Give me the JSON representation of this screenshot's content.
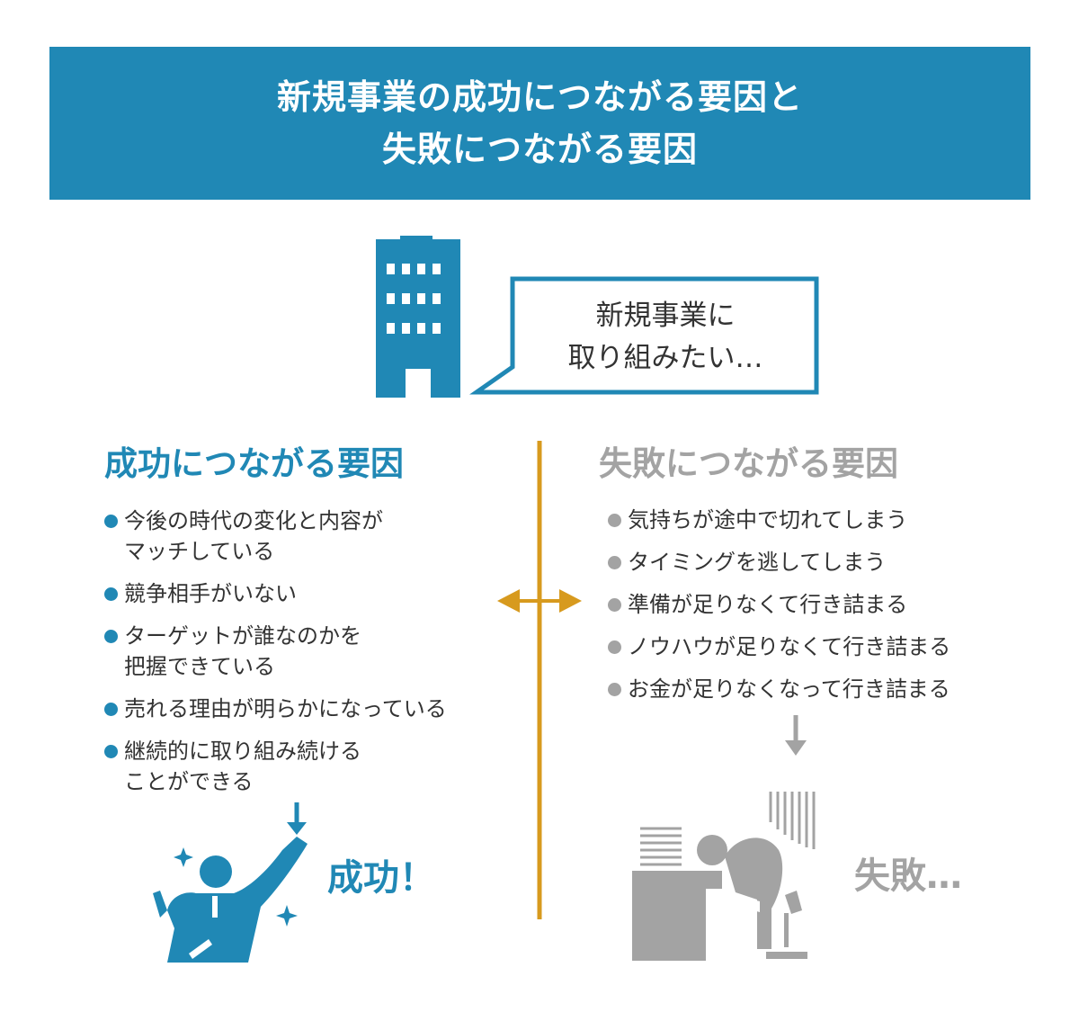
{
  "header": {
    "title_line1": "新規事業の成功につながる要因と",
    "title_line2": "失敗につながる要因"
  },
  "speech_bubble": {
    "line1": "新規事業に",
    "line2": "取り組みたい…"
  },
  "success": {
    "heading": "成功につながる要因",
    "items": [
      {
        "line1": "今後の時代の変化と内容が",
        "line2": "マッチしている"
      },
      {
        "line1": "競争相手がいない",
        "line2": ""
      },
      {
        "line1": "ターゲットが誰なのかを",
        "line2": "把握できている"
      },
      {
        "line1": "売れる理由が明らかになっている",
        "line2": ""
      },
      {
        "line1": "継続的に取り組み続ける",
        "line2": "ことができる"
      }
    ],
    "result": "成功！"
  },
  "failure": {
    "heading": "失敗につながる要因",
    "items": [
      "気持ちが途中で切れてしまう",
      "タイミングを逃してしまう",
      "準備が足りなくて行き詰まる",
      "ノウハウが足りなくて行き詰まる",
      "お金が足りなくなって行き詰まる"
    ],
    "result": "失敗…"
  },
  "colors": {
    "accent_blue": "#2088b5",
    "divider_gold": "#d79a1e",
    "gray": "#a3a3a3"
  },
  "icons": {
    "building": "office-building-icon",
    "success_person": "celebrating-businessman-icon",
    "failure_person": "slumped-worker-at-desk-icon"
  }
}
